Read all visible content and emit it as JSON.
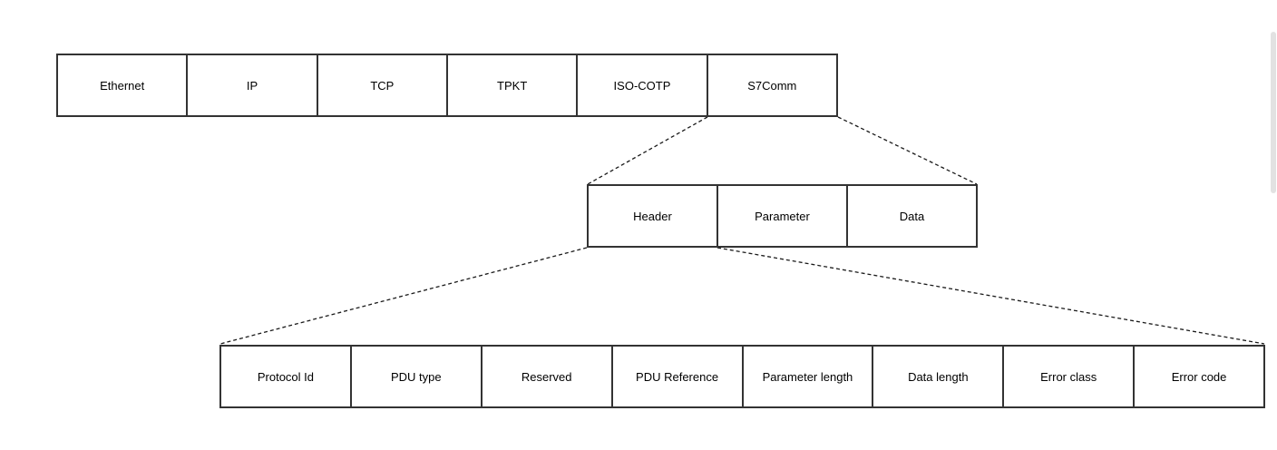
{
  "colors": {
    "background": "#ffffff",
    "box_border": "#333333",
    "box_fill": "#ffffff",
    "text": "#000000",
    "connector": "#1a1a1a",
    "scrollbar_thumb": "#e2e2e2"
  },
  "rows": {
    "protocol_stack": {
      "cells": [
        "Ethernet",
        "IP",
        "TCP",
        "TPKT",
        "ISO-COTP",
        "S7Comm"
      ]
    },
    "s7comm_structure": {
      "cells": [
        "Header",
        "Parameter",
        "Data"
      ]
    },
    "header_fields": {
      "cells": [
        "Protocol Id",
        "PDU type",
        "Reserved",
        "PDU Reference",
        "Parameter length",
        "Data length",
        "Error class",
        "Error code"
      ]
    }
  },
  "connections": [
    {
      "from": "S7Comm",
      "to": "s7comm_structure",
      "style": "dashed"
    },
    {
      "from": "Header",
      "to": "header_fields",
      "style": "dashed"
    }
  ]
}
